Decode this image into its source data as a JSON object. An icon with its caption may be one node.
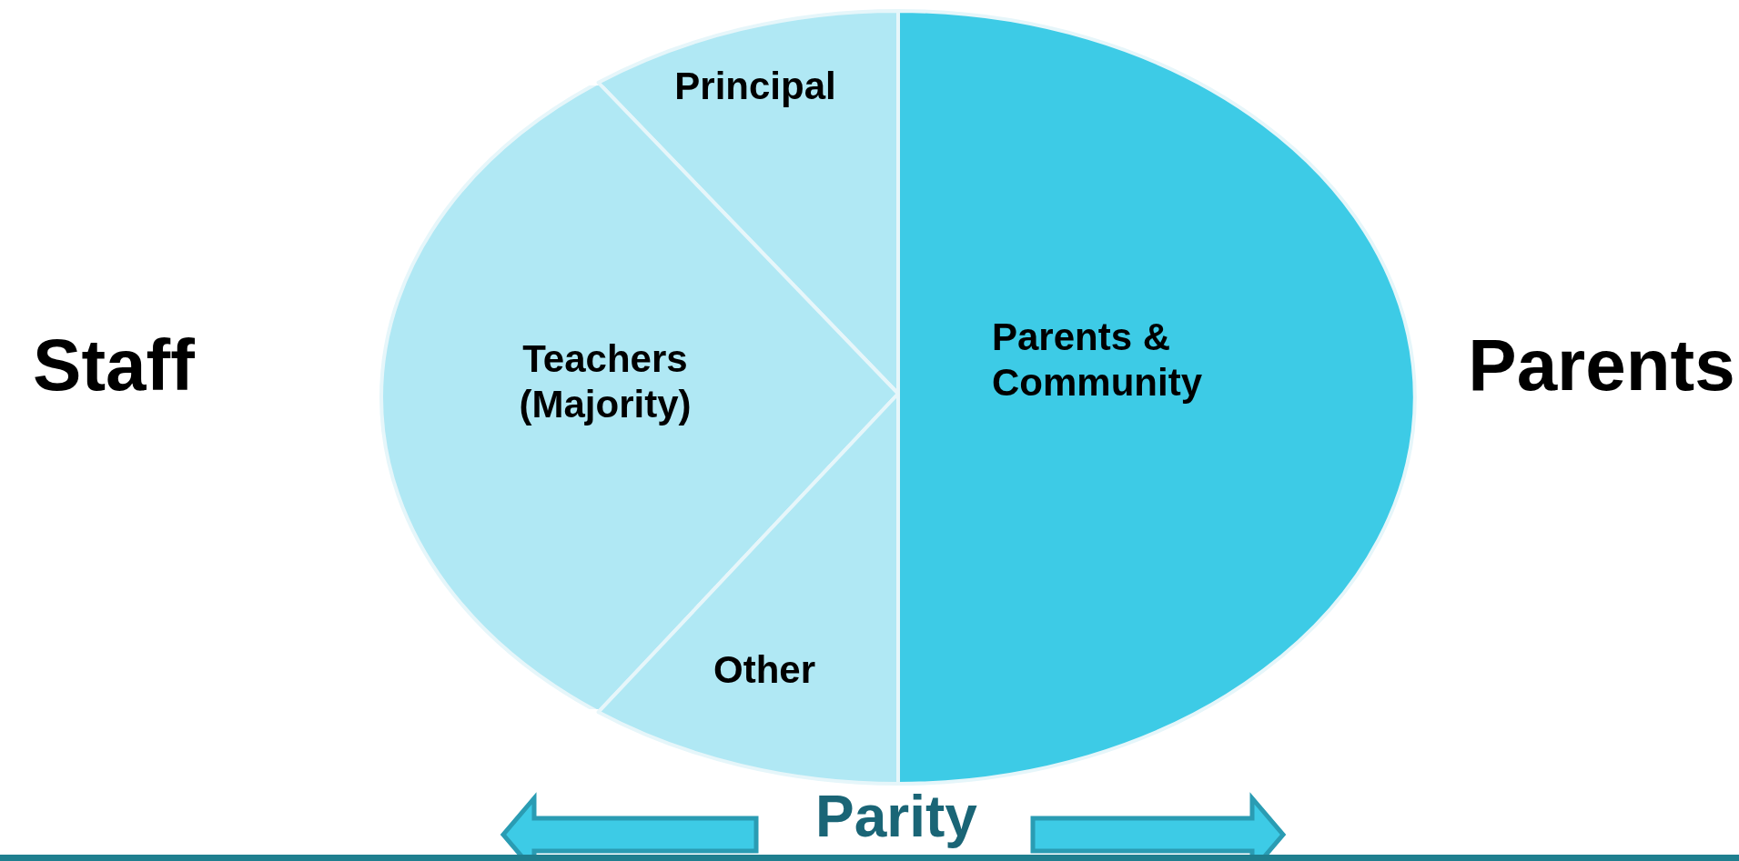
{
  "diagram": {
    "nodes": [
      {
        "text": [
          "Staff"
        ]
      },
      {
        "text": [
          "Principal"
        ]
      },
      {
        "text": [
          "Teachers (Majority)"
        ]
      },
      {
        "text": [
          "Other"
        ]
      },
      {
        "text": [
          "Parents & Community"
        ]
      },
      {
        "text": [
          "Parents"
        ]
      }
    ],
    "labels": [
      "Parity"
    ]
  }
}
